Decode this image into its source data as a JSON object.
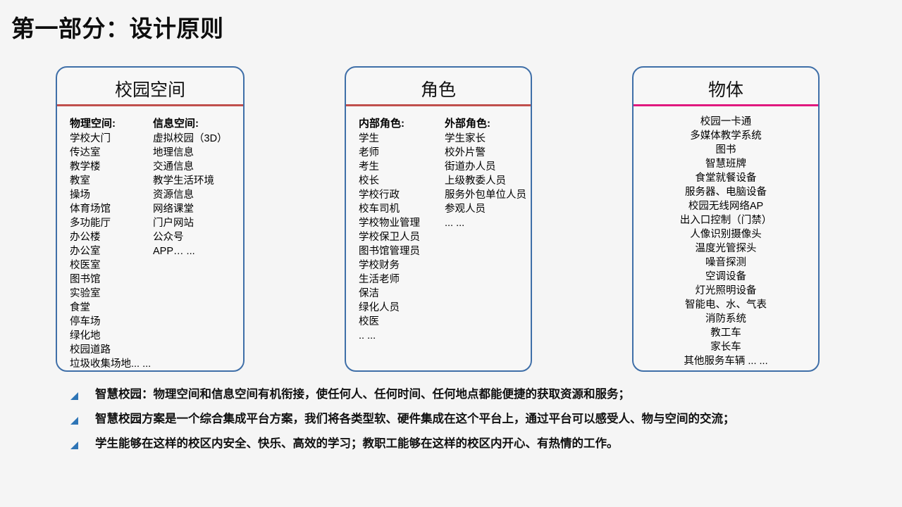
{
  "slide": {
    "title": "第一部分：设计原则",
    "background_color": "#F5F5F5",
    "card_border_color": "#3F6FA8",
    "bullet_marker_color": "#2E75B6"
  },
  "cards": [
    {
      "title": "校园空间",
      "divider_color": "#C0504D",
      "layout": "two-column",
      "columns": [
        {
          "heading": "物理空间:",
          "items": [
            "学校大门",
            "传达室",
            "教学楼",
            "教室",
            "操场",
            "体育场馆",
            "多功能厅",
            "办公楼",
            "办公室",
            "校医室",
            "图书馆",
            "实验室",
            "食堂",
            "停车场",
            "绿化地",
            "校园道路",
            "垃圾收集场地... ..."
          ]
        },
        {
          "heading": "信息空间:",
          "items": [
            "虚拟校园（3D）",
            "地理信息",
            "交通信息",
            "教学生活环境",
            "资源信息",
            "网络课堂",
            "门户网站",
            "公众号",
            "APP… ..."
          ]
        }
      ]
    },
    {
      "title": "角色",
      "divider_color": "#C0504D",
      "layout": "two-column",
      "columns": [
        {
          "heading": "内部角色:",
          "items": [
            "学生",
            "老师",
            "考生",
            "校长",
            "学校行政",
            "校车司机",
            "学校物业管理",
            "学校保卫人员",
            "图书馆管理员",
            "学校财务",
            "生活老师",
            "保洁",
            "绿化人员",
            "校医",
            ".. ..."
          ]
        },
        {
          "heading": "外部角色:",
          "items": [
            "学生家长",
            "校外片警",
            "街道办人员",
            "上级教委人员",
            "服务外包单位人员",
            "参观人员",
            "... ..."
          ]
        }
      ]
    },
    {
      "title": "物体",
      "divider_color": "#E0197E",
      "layout": "centered-list",
      "items": [
        "校园一卡通",
        "多媒体教学系统",
        "图书",
        "智慧班牌",
        "食堂就餐设备",
        "服务器、电脑设备",
        "校园无线网络AP",
        "出入口控制（门禁）",
        "人像识别摄像头",
        "温度光管探头",
        "噪音探测",
        "空调设备",
        "灯光照明设备",
        "智能电、水、气表",
        "消防系统",
        "教工车",
        "家长车",
        "其他服务车辆 ... ..."
      ]
    }
  ],
  "bullets": [
    "智慧校园：物理空间和信息空间有机衔接，使任何人、任何时间、任何地点都能便捷的获取资源和服务；",
    "智慧校园方案是一个综合集成平台方案，我们将各类型软、硬件集成在这个平台上，通过平台可以感受人、物与空间的交流；",
    "学生能够在这样的校区内安全、快乐、高效的学习；教职工能够在这样的校区内开心、有热情的工作。"
  ]
}
